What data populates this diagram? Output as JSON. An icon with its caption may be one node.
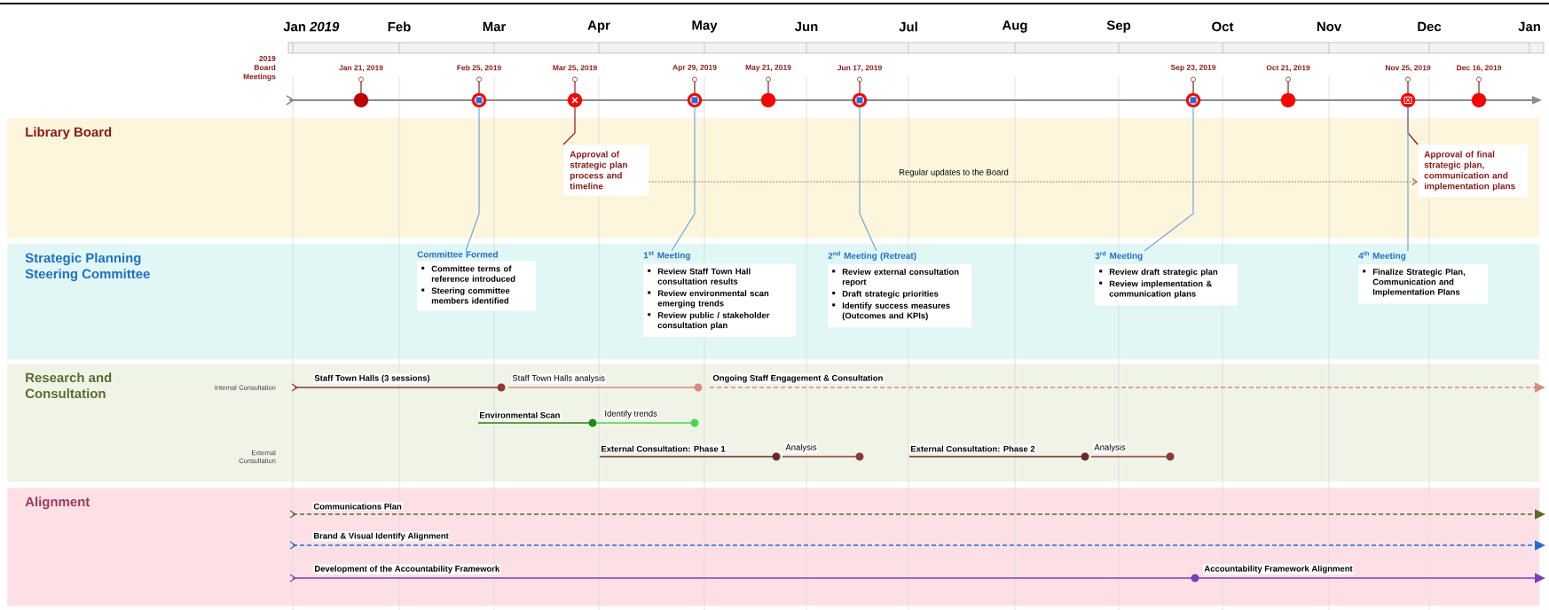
{
  "diagram": {
    "nodes": [
      {
        "text": [
          "Jan 21, 2019"
        ]
      },
      {
        "text": [
          "Feb 25, 2019"
        ]
      },
      {
        "text": [
          "Mar 25, 2019"
        ]
      },
      {
        "text": [
          "Apr 29, 2019"
        ]
      },
      {
        "text": [
          "May 21, 2019"
        ]
      },
      {
        "text": [
          "Jun 17, 2019"
        ]
      },
      {
        "text": [
          "Sep 23, 2019"
        ]
      },
      {
        "text": [
          "Oct 21, 2019"
        ]
      },
      {
        "text": [
          "Nov 25, 2019"
        ]
      },
      {
        "text": [
          "Dec 16, 2019"
        ]
      },
      {
        "text": [
          "Library Board"
        ]
      },
      {
        "text": [
          "Approval of strategic plan process and timeline"
        ],
        "in": 10
      },
      {
        "text": [
          "Approval of final strategic plan, communication and implementation plans"
        ],
        "in": 10
      },
      {
        "text": [
          "Strategic Planning Steering Committee"
        ]
      },
      {
        "text": [
          "Committee Formed",
          "Committee terms of reference introduced",
          "Steering committee members identified"
        ],
        "in": 13
      },
      {
        "text": [
          "1$^{st}$ Meeting",
          "Review Staff Town Hall consultation results",
          "Review environmental scan emerging trends",
          "Review public / stakeholder consultation plan"
        ],
        "in": 13
      },
      {
        "text": [
          "2$^{nd}$ Meeting (Retreat)",
          "Review external consultation report",
          "Draft strategic priorities",
          "Identify success measures (Outcomes and KPIs)"
        ],
        "in": 13
      },
      {
        "text": [
          "3$^{rd}$ Meeting",
          "Review draft strategic plan",
          "Review implementation & communication plans"
        ],
        "in": 13
      },
      {
        "text": [
          "4$^{th}$ Meeting",
          "Finalize Strategic Plan, Communication and Implementation Plans"
        ],
        "in": 13
      },
      {
        "text": [
          "Research and Consultation"
        ]
      },
      {
        "text": [
          "Staff Town Halls (3 sessions)"
        ],
        "in": 19
      },
      {
        "text": [
          "Staff Town Halls analysis"
        ],
        "in": 19
      },
      {
        "text": [
          "Ongoing Staff Engagement & Consultation"
        ],
        "in": 19
      },
      {
        "text": [
          "Environmental Scan"
        ],
        "in": 19
      },
      {
        "text": [
          "Identify trends"
        ],
        "in": 19
      },
      {
        "text": [
          "External Consultation: Phase 1"
        ],
        "in": 19
      },
      {
        "text": [
          "Analysis"
        ],
        "in": 19
      },
      {
        "text": [
          "External Consultation: Phase 2"
        ],
        "in": 19
      },
      {
        "text": [
          "Analysis"
        ],
        "in": 19
      },
      {
        "text": [
          "Alignment"
        ]
      },
      {
        "text": [
          "Communications Plan"
        ],
        "in": 29
      },
      {
        "text": [
          "Brand & Visual Identify Alignment"
        ],
        "in": 29
      },
      {
        "text": [
          "Development of the Accountability Framework"
        ],
        "in": 29
      },
      {
        "text": [
          "Accountability Framework Alignment"
        ],
        "in": 29
      }
    ],
    "edges": [
      {
        "from": 1,
        "to": 14,
        "arrow": "none"
      },
      {
        "from": 2,
        "to": 11,
        "arrow": "none",
        "color": "#8b1a1a"
      },
      {
        "from": 3,
        "to": 15,
        "arrow": "none"
      },
      {
        "from": 5,
        "to": 16,
        "arrow": "none"
      },
      {
        "from": 6,
        "to": 17,
        "arrow": "none"
      },
      {
        "from": 8,
        "to": 12,
        "arrow": "none",
        "color": "#8b1a1a"
      },
      {
        "from": 8,
        "to": 18,
        "arrow": "none"
      },
      {
        "from": 11,
        "to": 12,
        "arrow": "to",
        "label": "Regular updates to the Board",
        "style": "dashed",
        "color": "#b0604a"
      }
    ],
    "labels": [
      "Jan *2019*",
      "Feb",
      "Mar",
      "Apr",
      "May",
      "Jun",
      "Jul",
      "Aug",
      "Sep",
      "Oct",
      "Nov",
      "Dec",
      "Jan",
      "2019 Board Meetings",
      "Internal Consultation",
      "External Consultation"
    ]
  }
}
